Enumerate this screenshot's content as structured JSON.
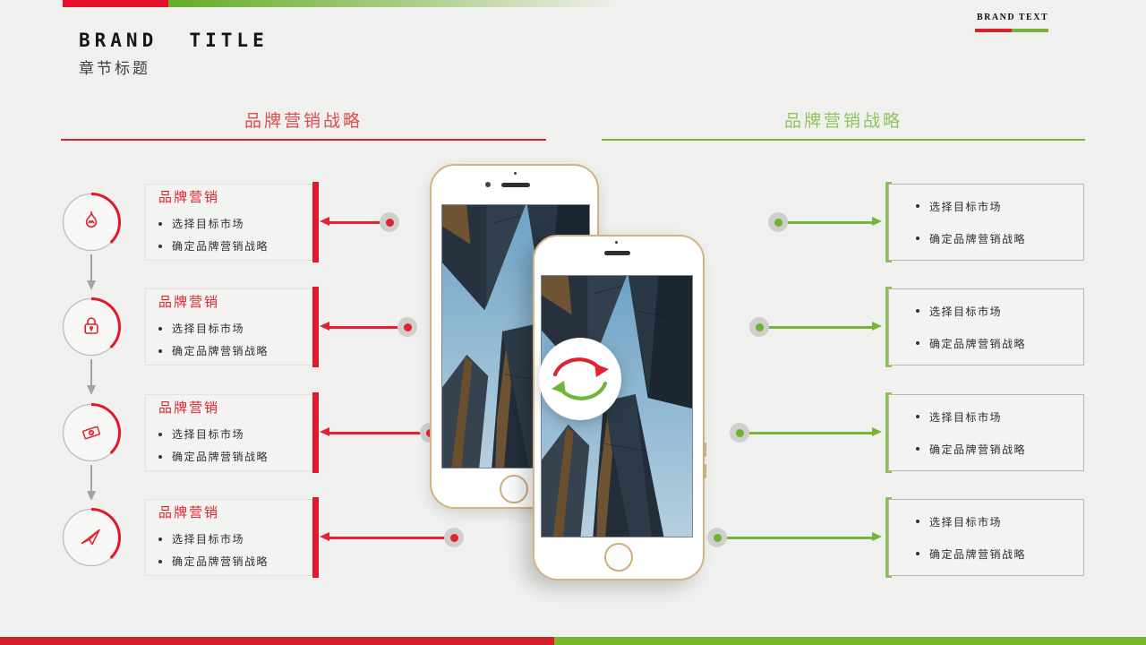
{
  "slide": {
    "brand_title": "BRAND  TITLE",
    "subtitle": "章节标题",
    "brand_text": "BRAND TEXT"
  },
  "left_panel": {
    "heading": "品牌营销战略",
    "items": [
      {
        "icon": "flame-icon",
        "title": "品牌营销",
        "bullets": [
          "选择目标市场",
          "确定品牌营销战略"
        ]
      },
      {
        "icon": "lock-icon",
        "title": "品牌营销",
        "bullets": [
          "选择目标市场",
          "确定品牌营销战略"
        ]
      },
      {
        "icon": "banknote-icon",
        "title": "品牌营销",
        "bullets": [
          "选择目标市场",
          "确定品牌营销战略"
        ]
      },
      {
        "icon": "paper-plane-icon",
        "title": "品牌营销",
        "bullets": [
          "选择目标市场",
          "确定品牌营销战略"
        ]
      }
    ]
  },
  "right_panel": {
    "heading": "品牌营销战略",
    "items": [
      {
        "bullets": [
          "选择目标市场",
          "确定品牌营销战略"
        ]
      },
      {
        "bullets": [
          "选择目标市场",
          "确定品牌营销战略"
        ]
      },
      {
        "bullets": [
          "选择目标市场",
          "确定品牌营销战略"
        ]
      },
      {
        "bullets": [
          "选择目标市场",
          "确定品牌营销战略"
        ]
      }
    ]
  },
  "center": {
    "icon": "sync-icon",
    "phone_count": 2
  },
  "colors": {
    "red": "#e2232f",
    "green": "#74b637",
    "header_red": "#e14b4b",
    "header_green": "#8fc45e",
    "bar_red": "#e3112b",
    "bar_green": "#74b82e",
    "phone_gold": "#d3b384",
    "background": "#f0f0ee"
  }
}
